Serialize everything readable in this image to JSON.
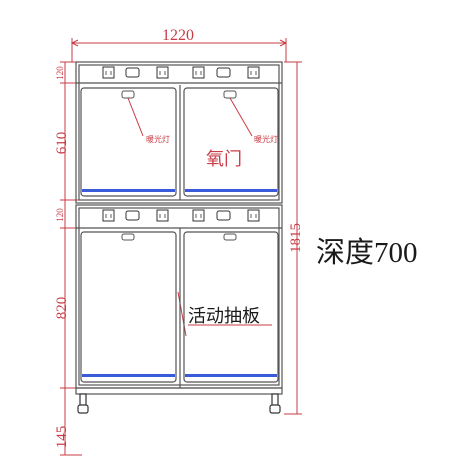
{
  "dimensions": {
    "overall_width": "1220",
    "overall_height": "1815",
    "top_panel": "120",
    "upper_height": "610",
    "middle_panel": "120",
    "lower_height": "820",
    "legs": "145"
  },
  "labels": {
    "heating_lamp_left": "暖光灯",
    "heating_lamp_right": "暖光灯",
    "oxygen_door": "氧门",
    "pull_board": "活动抽板",
    "depth": "深度700"
  },
  "colors": {
    "outline": "#555555",
    "dimension": "#c83c46",
    "tray": "#3a5bd9"
  }
}
